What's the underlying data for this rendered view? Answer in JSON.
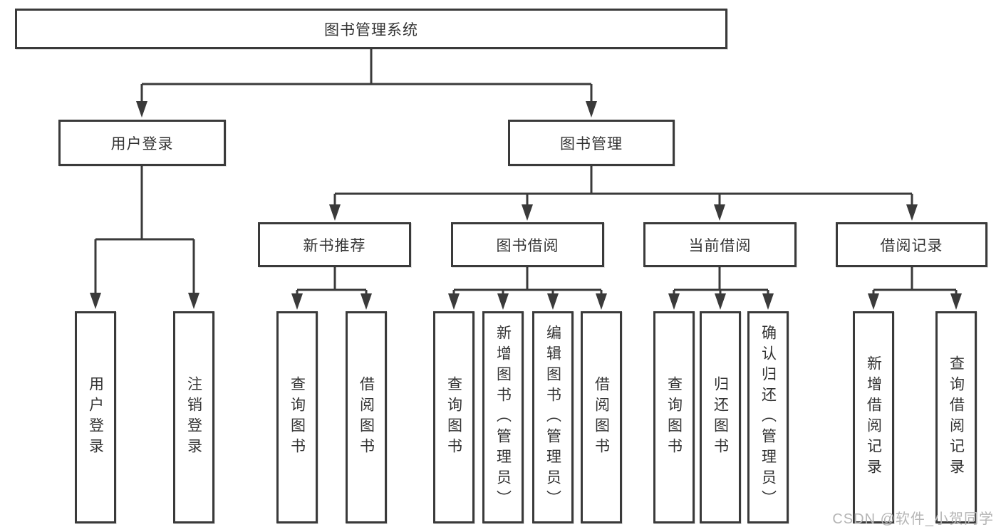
{
  "diagram": {
    "title": "图书管理系统",
    "level2": [
      {
        "label": "用户登录"
      },
      {
        "label": "图书管理"
      }
    ],
    "level3": [
      {
        "label": "新书推荐",
        "parent": "图书管理"
      },
      {
        "label": "图书借阅",
        "parent": "图书管理"
      },
      {
        "label": "当前借阅",
        "parent": "图书管理"
      },
      {
        "label": "借阅记录",
        "parent": "图书管理"
      }
    ],
    "leaves": [
      {
        "label": "用户登录",
        "parent": "用户登录"
      },
      {
        "label": "注销登录",
        "parent": "用户登录"
      },
      {
        "label": "查询图书",
        "parent": "新书推荐"
      },
      {
        "label": "借阅图书",
        "parent": "新书推荐"
      },
      {
        "label": "查询图书",
        "parent": "图书借阅"
      },
      {
        "label": "新增图书（管理员）",
        "parent": "图书借阅"
      },
      {
        "label": "编辑图书（管理员）",
        "parent": "图书借阅"
      },
      {
        "label": "借阅图书",
        "parent": "图书借阅"
      },
      {
        "label": "查询图书",
        "parent": "当前借阅"
      },
      {
        "label": "归还图书",
        "parent": "当前借阅"
      },
      {
        "label": "确认归还（管理员）",
        "parent": "当前借阅"
      },
      {
        "label": "新增借阅记录",
        "parent": "借阅记录"
      },
      {
        "label": "查询借阅记录",
        "parent": "借阅记录"
      }
    ]
  },
  "watermark": "CSDN @软件_小贺同学",
  "colors": {
    "line": "#3a3a3a",
    "text": "#333333",
    "background": "#ffffff",
    "watermark": "#b5b5b5"
  }
}
